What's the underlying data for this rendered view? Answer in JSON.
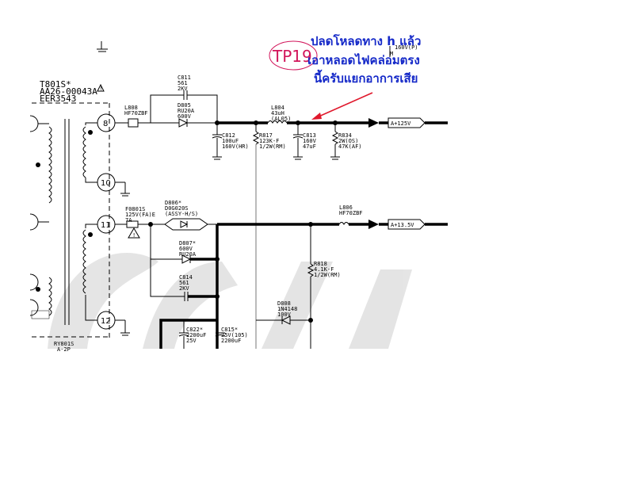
{
  "transformer": {
    "ref": "T801S*",
    "part": "AA26-00043A",
    "alt": "EER3543"
  },
  "relay": {
    "ref": "RY801S",
    "sub": "A-2P"
  },
  "pins": [
    "8",
    "10",
    "11",
    "12"
  ],
  "components": {
    "c811": [
      "C811",
      "561",
      "2KV"
    ],
    "d805": [
      "D805",
      "RU20A",
      "600V"
    ],
    "l808": [
      "L808",
      "HF70ZBF"
    ],
    "c812": [
      "C812",
      "100uF",
      "160V(HR)"
    ],
    "r817": [
      "R817",
      "123K-F",
      "1/2W(RM)"
    ],
    "l804": [
      "L804",
      "43uH",
      "(AL05)"
    ],
    "c813": [
      "C813",
      "160V",
      "47uF"
    ],
    "r834": [
      "R834",
      "2W(OS)",
      "47K(AF)"
    ],
    "f0801s": [
      "F0801S",
      "125V(FA)E",
      "7A"
    ],
    "d806": [
      "D806*",
      "D0G020S",
      "(ASSY-H/S)"
    ],
    "l806": [
      "L806",
      "HF70ZBF"
    ],
    "d807": [
      "D807*",
      "600V",
      "RU20A"
    ],
    "c814": [
      "C814",
      "561",
      "2KV"
    ],
    "r818": [
      "R818",
      "4.1K-F",
      "1/2W(RM)"
    ],
    "d808": [
      "D808",
      "1N4148",
      "100V"
    ],
    "c822": [
      "C822*",
      "2200uF",
      "25V"
    ],
    "c815": [
      "C815*",
      "25V(105)",
      "2200uF"
    ],
    "top": [
      "160V(P)",
      "M"
    ]
  },
  "outputs": {
    "a125": "A+125V",
    "a135": "A+13.5V"
  },
  "tp_label": "TP19",
  "annotation": [
    "ปลดโหลดทาง h แล้ว",
    "เอาหลอดไฟคล่อมตรง",
    "นี้ครับแยกอาการเสีย"
  ],
  "colors": {
    "tp": "#d2145a",
    "note": "#1428c8",
    "arrow": "#e0182c",
    "watermark": "#d9d9d9"
  }
}
